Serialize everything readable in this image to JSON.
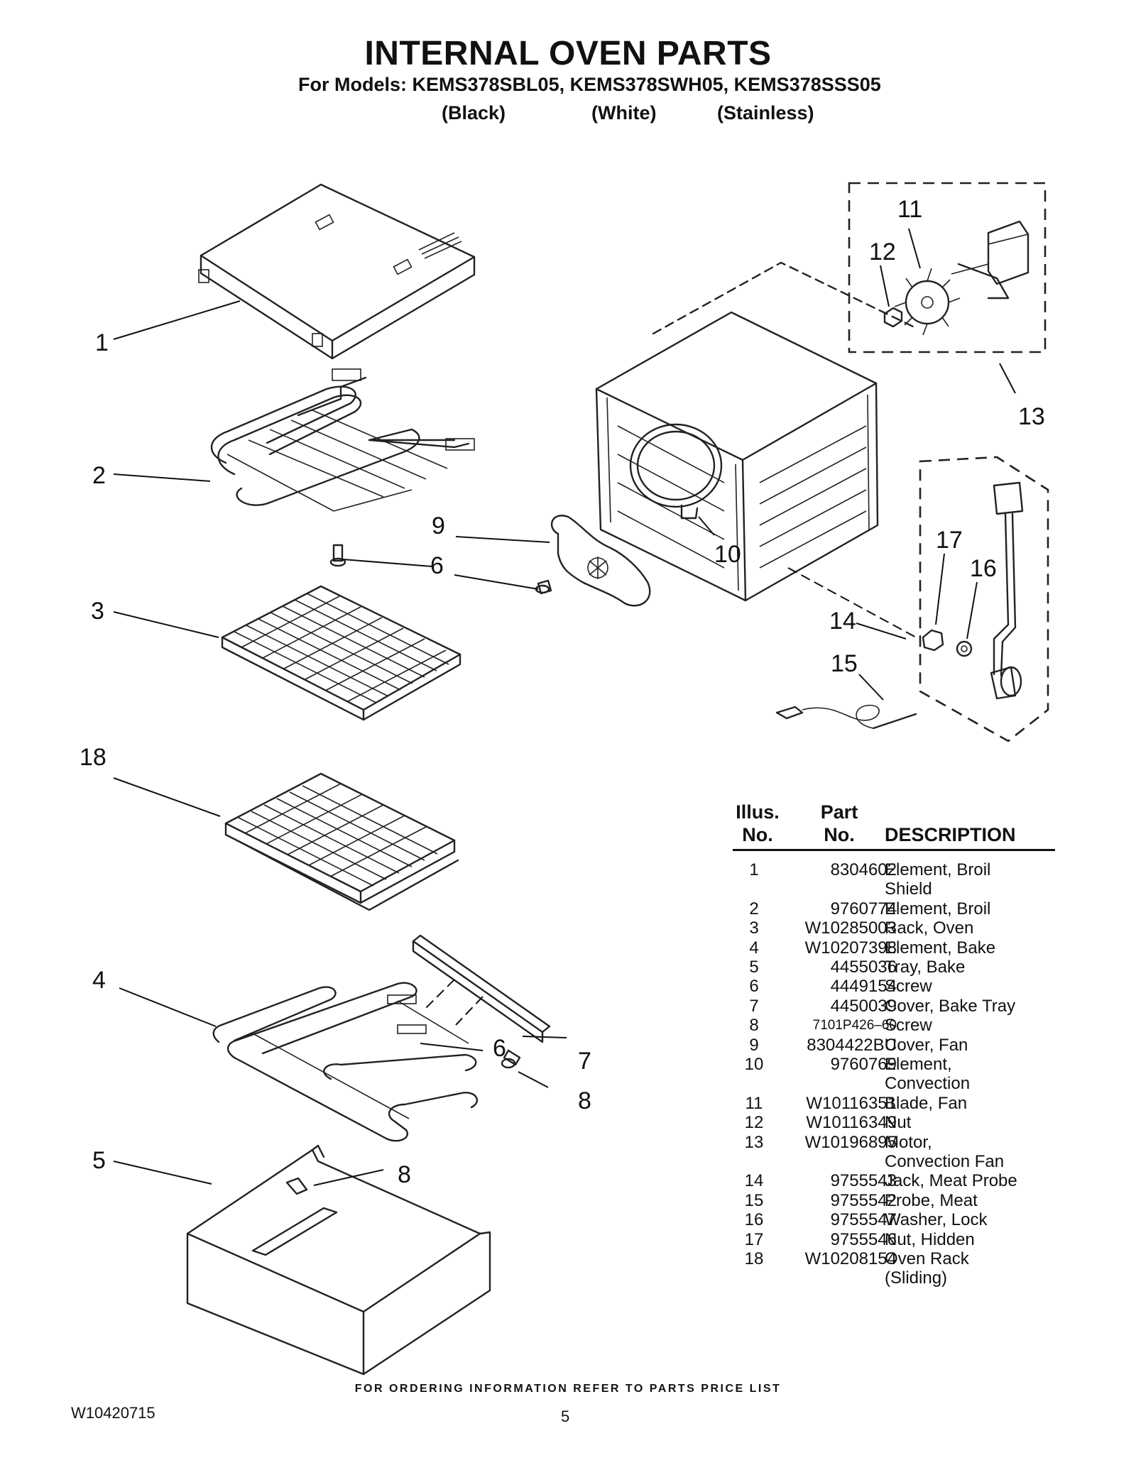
{
  "header": {
    "title": "INTERNAL OVEN PARTS",
    "models_line": "For Models: KEMS378SBL05, KEMS378SWH05, KEMS378SSS05",
    "variants": [
      "(Black)",
      "(White)",
      "(Stainless)"
    ]
  },
  "callouts": [
    "1",
    "2",
    "3",
    "18",
    "4",
    "5",
    "9",
    "6",
    "6",
    "8",
    "7",
    "8",
    "10",
    "11",
    "12",
    "13",
    "14",
    "15",
    "16",
    "17"
  ],
  "table": {
    "col_illus": [
      "Illus.",
      "No."
    ],
    "col_part": [
      "Part",
      "No."
    ],
    "col_desc": "DESCRIPTION",
    "rows": [
      {
        "no": "1",
        "part": "8304602",
        "desc": [
          "Element, Broil",
          "Shield"
        ]
      },
      {
        "no": "2",
        "part": "9760774",
        "desc": [
          "Element, Broil"
        ]
      },
      {
        "no": "3",
        "part": "W10285003",
        "desc": [
          "Rack, Oven"
        ]
      },
      {
        "no": "4",
        "part": "W10207398",
        "desc": [
          "Element, Bake"
        ]
      },
      {
        "no": "5",
        "part": "4455036",
        "desc": [
          "Tray, Bake"
        ]
      },
      {
        "no": "6",
        "part": "4449154",
        "desc": [
          "Screw"
        ]
      },
      {
        "no": "7",
        "part": "4450039",
        "desc": [
          "Cover, Bake Tray"
        ]
      },
      {
        "no": "8",
        "part": "7101P426–60",
        "desc": [
          "Screw"
        ]
      },
      {
        "no": "9",
        "part": "8304422BU",
        "desc": [
          "Cover, Fan"
        ]
      },
      {
        "no": "10",
        "part": "9760769",
        "desc": [
          "Element,",
          "Convection"
        ]
      },
      {
        "no": "11",
        "part": "W10116351",
        "desc": [
          "Blade, Fan"
        ]
      },
      {
        "no": "12",
        "part": "W10116349",
        "desc": [
          "Nut"
        ]
      },
      {
        "no": "13",
        "part": "W10196895",
        "desc": [
          "Motor,",
          "Convection Fan"
        ]
      },
      {
        "no": "14",
        "part": "9755543",
        "desc": [
          "Jack, Meat Probe"
        ]
      },
      {
        "no": "15",
        "part": "9755542",
        "desc": [
          "Probe, Meat"
        ]
      },
      {
        "no": "16",
        "part": "9755547",
        "desc": [
          "Washer, Lock"
        ]
      },
      {
        "no": "17",
        "part": "9755546",
        "desc": [
          "Nut, Hidden"
        ]
      },
      {
        "no": "18",
        "part": "W10208154",
        "desc": [
          "Oven Rack",
          "(Sliding)"
        ]
      }
    ]
  },
  "footer": {
    "note": "FOR ORDERING INFORMATION REFER TO PARTS PRICE LIST",
    "doc_number": "W10420715",
    "page_number": "5"
  }
}
